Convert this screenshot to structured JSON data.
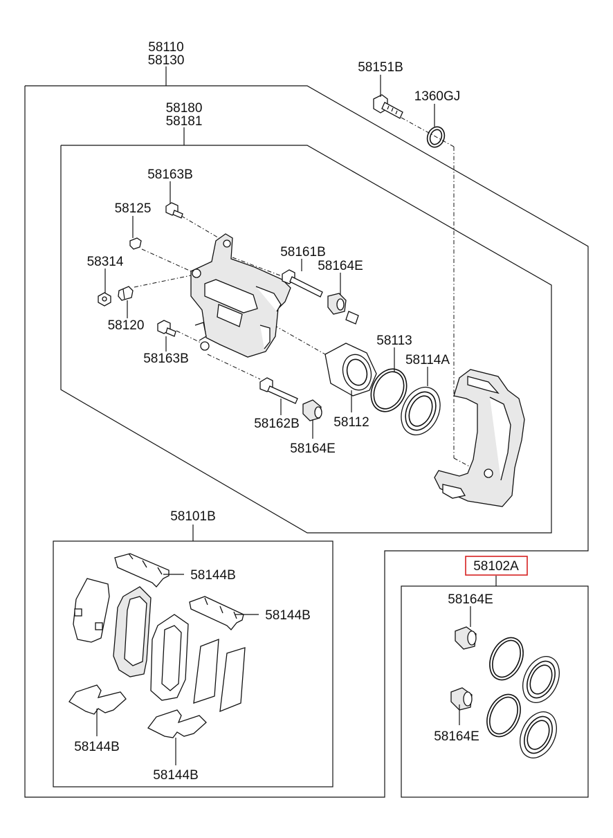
{
  "labels": {
    "p58110": "58110",
    "p58130": "58130",
    "p58151B": "58151B",
    "p1360GJ": "1360GJ",
    "p58180": "58180",
    "p58181": "58181",
    "p58163B_top": "58163B",
    "p58125": "58125",
    "p58314": "58314",
    "p58120": "58120",
    "p58163B_bottom": "58163B",
    "p58161B": "58161B",
    "p58164E_upper": "58164E",
    "p58113": "58113",
    "p58114A": "58114A",
    "p58112": "58112",
    "p58162B": "58162B",
    "p58164E_lower": "58164E",
    "p58101B": "58101B",
    "p58144B_1": "58144B",
    "p58144B_2": "58144B",
    "p58144B_3": "58144B",
    "p58144B_4": "58144B",
    "p58102A": "58102A",
    "p58164E_kit_top": "58164E",
    "p58164E_kit_bottom": "58164E"
  },
  "highlight": {
    "part": "58102A",
    "color": "#d61f1f"
  }
}
